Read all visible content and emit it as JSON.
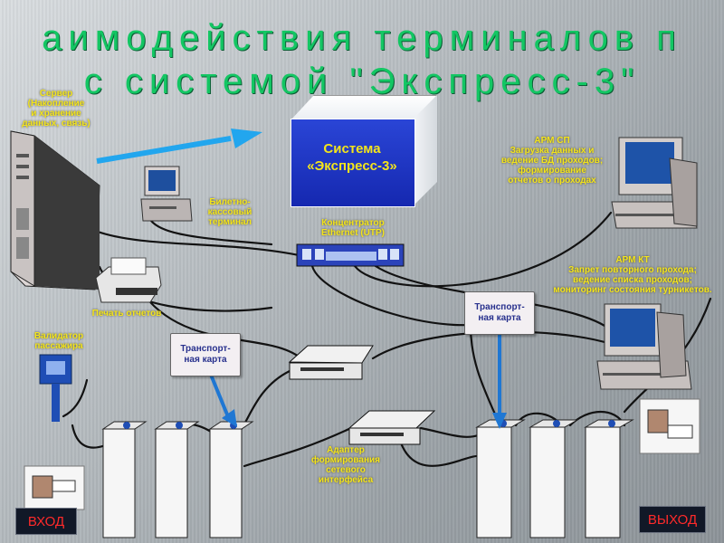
{
  "title": {
    "line1": "аимодействия терминалов п",
    "line2": "с системой \"Экспресс-3\""
  },
  "labels": {
    "server": "Сервер\n(Накопление\nи хранение\nданных, связь)",
    "system": "Система\n«Экспресс-3»",
    "ticket_terminal": "Билетно-\nкассовый\nтерминал",
    "hub": "Концентратор\nEthernet (UTP)",
    "arm_sp": "АРМ СП\nЗагрузка данных и\nведение БД проходов;\nформирование\nотчетов о проходах",
    "arm_kt": "АРМ КТ\nЗапрет повторного прохода;\nведение списка проходов;\nмониторинг состояния турникетов.",
    "print_reports": "Печать отчетов",
    "validator": "Валидатор\nпассажира",
    "transport_card_left": "Транспорт-\nная карта",
    "transport_card_right": "Транспорт-\nная карта",
    "adapter": "Адаптер\nформирования\nсетевого\nинтерфейса",
    "entry": "ВХОД",
    "exit": "ВЫХОД"
  },
  "colors": {
    "title": "#13c663",
    "label": "#f4e51b",
    "system_box": "#1f33c4",
    "card_text": "#27308d",
    "button_text": "#ff2a2a"
  }
}
